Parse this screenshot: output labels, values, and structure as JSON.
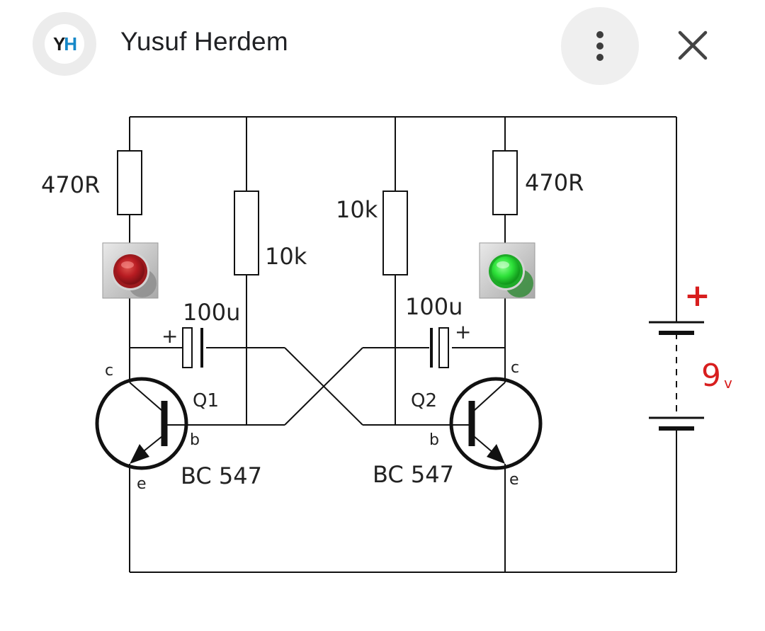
{
  "header": {
    "avatar_initial_1": "Y",
    "avatar_initial_2": "H",
    "title": "Yusuf Herdem"
  },
  "colors": {
    "avatar_accent": "#1688c8",
    "led_red": "#c0262b",
    "led_green": "#2ee23a",
    "battery_label": "#d81e1e"
  },
  "icons": [
    "more-vert-icon",
    "close-icon"
  ],
  "schematic": {
    "r1": "470R",
    "r2": "10k",
    "r3": "10k",
    "r4": "470R",
    "c1": "100u",
    "c2": "100u",
    "c1_plus": "+",
    "c2_plus": "+",
    "q1": "Q1",
    "q2": "Q2",
    "q1_model": "BC 547",
    "q2_model": "BC 547",
    "q1_c": "c",
    "q1_b": "b",
    "q1_e": "e",
    "q2_c": "c",
    "q2_b": "b",
    "q2_e": "e",
    "battery_plus": "+",
    "battery_value": "9",
    "battery_unit": "v"
  }
}
